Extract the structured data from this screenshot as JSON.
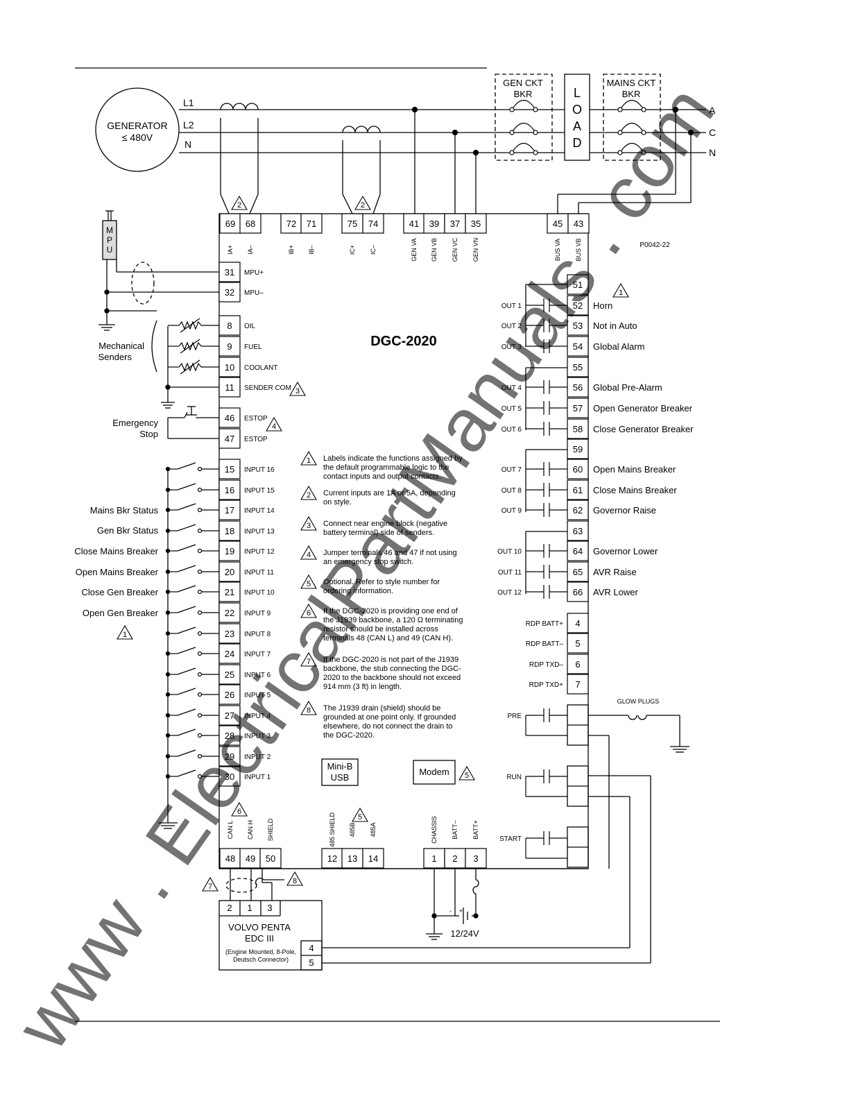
{
  "generator": {
    "line1": "GENERATOR",
    "line2": "≤ 480V"
  },
  "lines": {
    "l1": "L1",
    "l2": "L2",
    "n": "N"
  },
  "outputs": {
    "a": "A",
    "c": "C",
    "n": "N"
  },
  "breakers": {
    "gen": {
      "line1": "GEN CKT",
      "line2": "BKR"
    },
    "mains": {
      "line1": "MAINS CKT",
      "line2": "BKR"
    },
    "load": [
      "L",
      "O",
      "A",
      "D"
    ]
  },
  "part_number": "P0042-22",
  "device_title": "DGC-2020",
  "mpu": {
    "letters": [
      "M",
      "P",
      "U"
    ]
  },
  "top_terminals": [
    {
      "num": "69",
      "label": "IA+"
    },
    {
      "num": "68",
      "label": "IA–"
    },
    {
      "num": "72",
      "label": "IB+"
    },
    {
      "num": "71",
      "label": "IB–"
    },
    {
      "num": "75",
      "label": "IC+"
    },
    {
      "num": "74",
      "label": "IC–"
    },
    {
      "num": "41",
      "label": "GEN VA"
    },
    {
      "num": "39",
      "label": "GEN VB"
    },
    {
      "num": "37",
      "label": "GEN VC"
    },
    {
      "num": "35",
      "label": "GEN VN"
    },
    {
      "num": "45",
      "label": "BUS VA"
    },
    {
      "num": "43",
      "label": "BUS VB"
    }
  ],
  "ct_note": "2",
  "left_terminals": [
    {
      "num": "31",
      "label": "MPU+"
    },
    {
      "num": "32",
      "label": "MPU–"
    },
    {
      "num": "8",
      "label": "OIL"
    },
    {
      "num": "9",
      "label": "FUEL"
    },
    {
      "num": "10",
      "label": "COOLANT"
    },
    {
      "num": "11",
      "label": "SENDER COM"
    },
    {
      "num": "46",
      "label": "ESTOP"
    },
    {
      "num": "47",
      "label": "ESTOP"
    },
    {
      "num": "15",
      "label": "INPUT 16"
    },
    {
      "num": "16",
      "label": "INPUT 15"
    },
    {
      "num": "17",
      "label": "INPUT 14"
    },
    {
      "num": "18",
      "label": "INPUT 13"
    },
    {
      "num": "19",
      "label": "INPUT 12"
    },
    {
      "num": "20",
      "label": "INPUT 11"
    },
    {
      "num": "21",
      "label": "INPUT 10"
    },
    {
      "num": "22",
      "label": "INPUT 9"
    },
    {
      "num": "23",
      "label": "INPUT 8"
    },
    {
      "num": "24",
      "label": "INPUT 7"
    },
    {
      "num": "25",
      "label": "INPUT 6"
    },
    {
      "num": "26",
      "label": "INPUT 5"
    },
    {
      "num": "27",
      "label": "INPUT 4"
    },
    {
      "num": "28",
      "label": "INPUT 3"
    },
    {
      "num": "29",
      "label": "INPUT 2"
    },
    {
      "num": "30",
      "label": "INPUT 1"
    }
  ],
  "left_side_labels": {
    "mechanical_senders": [
      "Mechanical",
      "Senders"
    ],
    "emergency_stop": [
      "Emergency",
      "Stop"
    ],
    "inputs": [
      "Mains Bkr Status",
      "Gen Bkr Status",
      "Close Mains Breaker",
      "Open Mains Breaker",
      "Close Gen Breaker",
      "Open Gen Breaker"
    ]
  },
  "right_terminals": [
    {
      "num": "51",
      "out": "",
      "func": ""
    },
    {
      "num": "52",
      "out": "OUT 1",
      "func": "Horn"
    },
    {
      "num": "53",
      "out": "OUT 2",
      "func": "Not in Auto"
    },
    {
      "num": "54",
      "out": "OUT 3",
      "func": "Global Alarm"
    },
    {
      "num": "55",
      "out": "",
      "func": ""
    },
    {
      "num": "56",
      "out": "OUT 4",
      "func": "Global Pre-Alarm"
    },
    {
      "num": "57",
      "out": "OUT 5",
      "func": "Open Generator Breaker"
    },
    {
      "num": "58",
      "out": "OUT 6",
      "func": "Close Generator Breaker"
    },
    {
      "num": "59",
      "out": "",
      "func": ""
    },
    {
      "num": "60",
      "out": "OUT 7",
      "func": "Open Mains Breaker"
    },
    {
      "num": "61",
      "out": "OUT 8",
      "func": "Close Mains Breaker"
    },
    {
      "num": "62",
      "out": "OUT 9",
      "func": "Governor Raise"
    },
    {
      "num": "63",
      "out": "",
      "func": ""
    },
    {
      "num": "64",
      "out": "OUT 10",
      "func": "Governor Lower"
    },
    {
      "num": "65",
      "out": "OUT 11",
      "func": "AVR Raise"
    },
    {
      "num": "66",
      "out": "OUT 12",
      "func": "AVR Lower"
    }
  ],
  "rdp_terminals": [
    {
      "num": "4",
      "label": "RDP BATT+"
    },
    {
      "num": "5",
      "label": "RDP BATT–"
    },
    {
      "num": "6",
      "label": "RDP TXD–"
    },
    {
      "num": "7",
      "label": "RDP TXD+"
    }
  ],
  "relays": {
    "pre": "PRE",
    "run": "RUN",
    "start": "START",
    "glow_plugs": "GLOW PLUGS"
  },
  "notes": [
    {
      "num": "1",
      "lines": [
        "Labels indicate the functions assigned by",
        "the default programmable logic to the",
        "contact inputs and output contacts."
      ]
    },
    {
      "num": "2",
      "lines": [
        "Current inputs are 1A or 5A, depending",
        "on style."
      ]
    },
    {
      "num": "3",
      "lines": [
        "Connect near engine block (negative",
        "battery terminal) side of senders."
      ]
    },
    {
      "num": "4",
      "lines": [
        "Jumper terminals 46 and 47 if not using",
        "an emergency stop switch."
      ]
    },
    {
      "num": "5",
      "lines": [
        "Optional. Refer to style number for",
        "ordering information."
      ]
    },
    {
      "num": "6",
      "lines": [
        "If the DGC-2020 is providing one end of",
        "the J1939 backbone, a 120 Ω terminating",
        "resistor should be installed across",
        "terminals 48 (CAN L) and 49 (CAN H)."
      ]
    },
    {
      "num": "7",
      "lines": [
        "If the DGC-2020 is not part of the J1939",
        "backbone, the stub connecting the DGC-",
        "2020 to the backbone should not exceed",
        "914 mm (3 ft) in length."
      ]
    },
    {
      "num": "8",
      "lines": [
        "The J1939 drain (shield) should be",
        "grounded at one point only. If grounded",
        "elsewhere, do not connect the drain to",
        "the DGC-2020."
      ]
    }
  ],
  "ports": {
    "usb": [
      "Mini-B",
      "USB"
    ],
    "modem": "Modem"
  },
  "bottom_terminals": [
    {
      "num": "48",
      "label": "CAN L"
    },
    {
      "num": "49",
      "label": "CAN H"
    },
    {
      "num": "50",
      "label": "SHIELD"
    },
    {
      "num": "12",
      "label": "485 SHIELD"
    },
    {
      "num": "13",
      "label": "485B"
    },
    {
      "num": "14",
      "label": "485A"
    },
    {
      "num": "1",
      "label": "CHASSIS"
    },
    {
      "num": "2",
      "label": "BATT–"
    },
    {
      "num": "3",
      "label": "BATT+"
    }
  ],
  "battery": "12/24V",
  "volvo": {
    "terminals": [
      "2",
      "1",
      "3"
    ],
    "side_terminals": [
      "4",
      "5"
    ],
    "line1": "VOLVO PENTA",
    "line2": "EDC III",
    "line3": "(Engine Mounted, 8-Pole,",
    "line4": "Deutsch Connector)"
  },
  "watermark": "www . ElectricalPartManuals . com"
}
